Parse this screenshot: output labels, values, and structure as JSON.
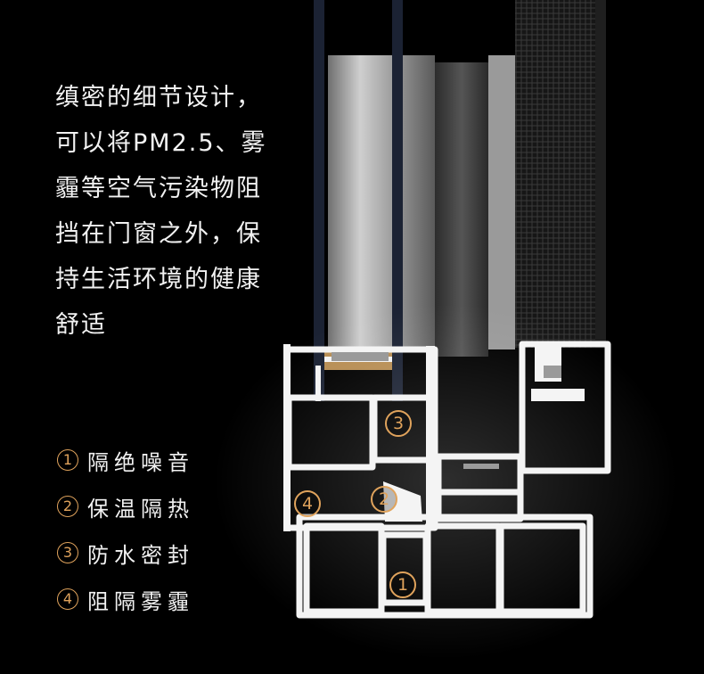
{
  "description_lines": [
    "缜密的细节设计，",
    "可以将PM2.5、雾",
    "霾等空气污染物阻",
    "挡在门窗之外，保",
    "持生活环境的健康",
    "舒适"
  ],
  "features": [
    {
      "num": "1",
      "label": "隔绝噪音"
    },
    {
      "num": "2",
      "label": "保温隔热"
    },
    {
      "num": "3",
      "label": "防水密封"
    },
    {
      "num": "4",
      "label": "阻隔雾霾"
    }
  ],
  "markers": {
    "m1": "1",
    "m2": "2",
    "m3": "3",
    "m4": "4"
  },
  "colors": {
    "accent": "#e0a35c",
    "background": "#000000",
    "text": "#f2f2f2",
    "glass": "#1b2233"
  }
}
